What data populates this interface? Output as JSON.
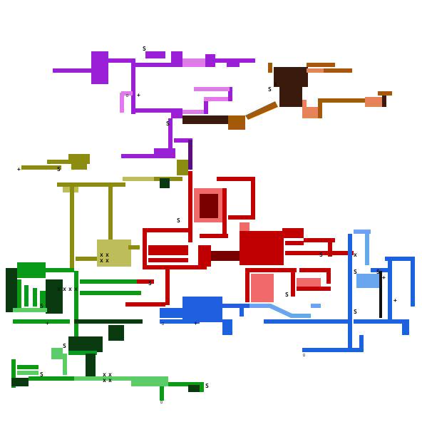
{
  "map": {
    "colors": {
      "purple": "#9b1fd6",
      "purple_dark": "#5a0f80",
      "pink": "#e07ce8",
      "brown": "#a35a08",
      "brown_dark": "#3a1a0c",
      "salmon": "#e8825a",
      "olive": "#8b8c10",
      "olive_light": "#bdbd5a",
      "red": "#c00000",
      "red_dark": "#7a0000",
      "coral": "#f06a6a",
      "blue": "#1f5fe0",
      "blue_light": "#6aa6f0",
      "green": "#0a9a1a",
      "green_dark": "#0a3a10",
      "green_light": "#5acc6a",
      "black": "#111111"
    },
    "markers": {
      "save": "S",
      "enemy": "x",
      "door": "▫",
      "item": "+"
    },
    "regions": [
      {
        "name": "purple-zone",
        "color_key": "purple"
      },
      {
        "name": "brown-zone",
        "color_key": "brown"
      },
      {
        "name": "olive-zone",
        "color_key": "olive"
      },
      {
        "name": "red-zone",
        "color_key": "red"
      },
      {
        "name": "blue-zone",
        "color_key": "blue"
      },
      {
        "name": "green-zone",
        "color_key": "green"
      }
    ]
  }
}
